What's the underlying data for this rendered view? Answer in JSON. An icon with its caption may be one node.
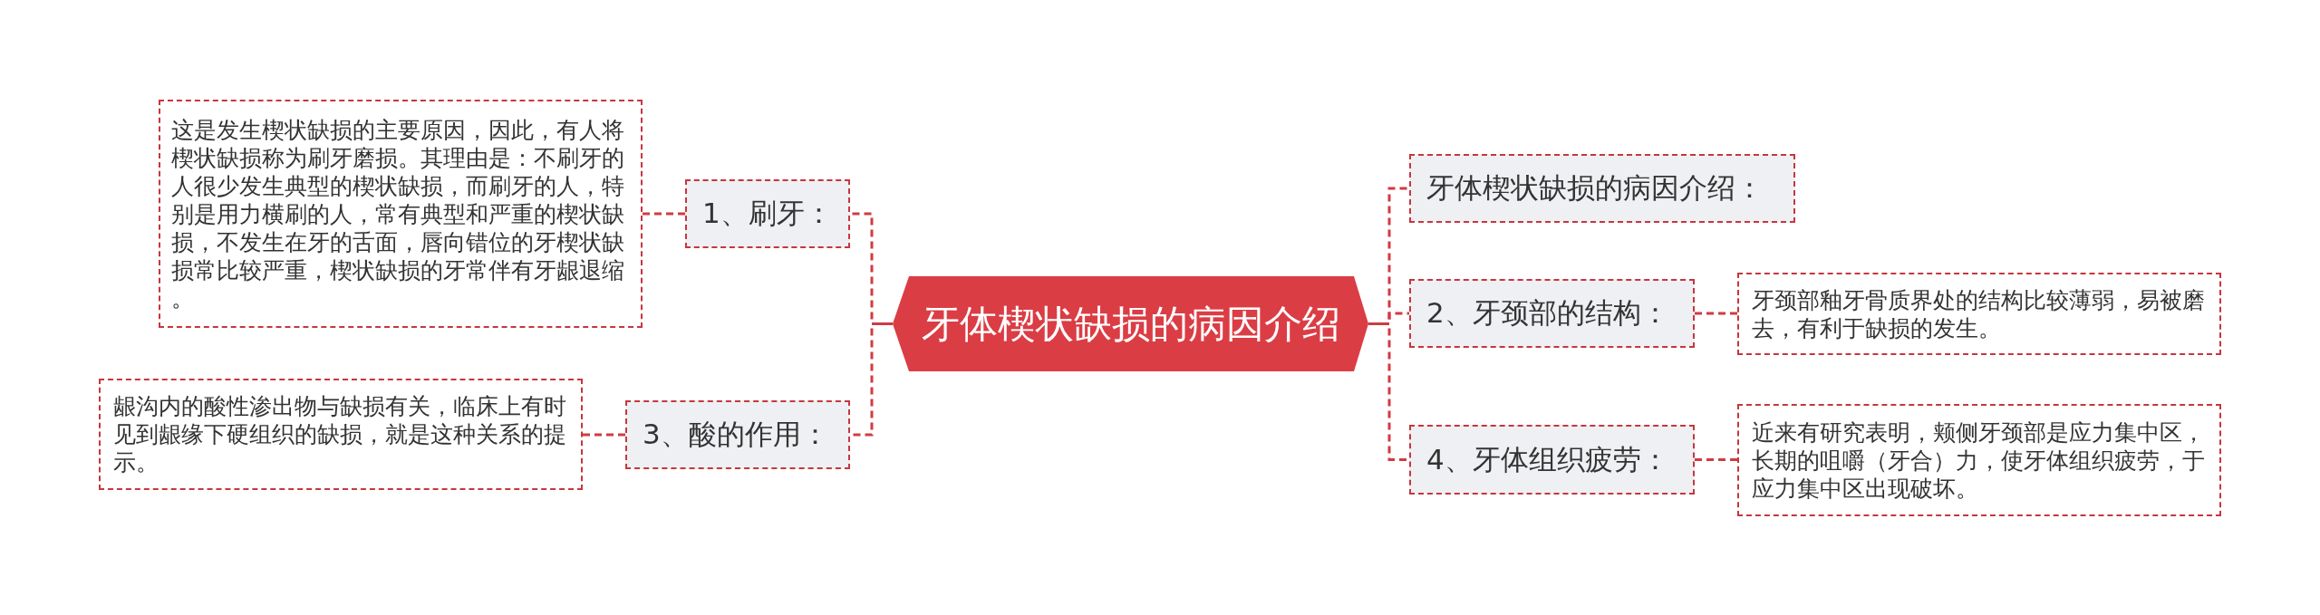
{
  "diagram": {
    "nodes": [
      {
        "text": [
          "牙体楔状缺损的病因介绍"
        ]
      },
      {
        "text": [
          "1、刷牙："
        ]
      },
      {
        "text": [
          "这是发生楔状缺损的主要原因，因此，有人将楔状缺损称为刷牙磨损。其理由是：不刷牙的人很少发生典型的楔状缺损，而刷牙的人，特别是用力横刷的人，常有典型和严重的楔状缺损，不发生在牙的舌面，唇向错位的牙楔状缺损常比较严重，楔状缺损的牙常伴有牙龈退缩。"
        ]
      },
      {
        "text": [
          "3、酸的作用："
        ]
      },
      {
        "text": [
          "龈沟内的酸性渗出物与缺损有关，临床上有时见到龈缘下硬组织的缺损，就是这种关系的提示。"
        ]
      },
      {
        "text": [
          "牙体楔状缺损的病因介绍："
        ]
      },
      {
        "text": [
          "2、牙颈部的结构："
        ]
      },
      {
        "text": [
          "牙颈部釉牙骨质界处的结构比较薄弱，易被磨去，有利于缺损的发生。"
        ]
      },
      {
        "text": [
          "4、牙体组织疲劳："
        ]
      },
      {
        "text": [
          "近来有研究表明，颊侧牙颈部是应力集中区，长期的咀嚼（牙合）力，使牙体组织疲劳，于应力集中区出现破坏。"
        ]
      }
    ],
    "edges": [
      {
        "from": 0,
        "to": 1,
        "arrow": "none"
      },
      {
        "from": 1,
        "to": 2,
        "arrow": "none"
      },
      {
        "from": 0,
        "to": 3,
        "arrow": "none"
      },
      {
        "from": 3,
        "to": 4,
        "arrow": "none"
      },
      {
        "from": 0,
        "to": 5,
        "arrow": "none"
      },
      {
        "from": 0,
        "to": 6,
        "arrow": "none"
      },
      {
        "from": 6,
        "to": 7,
        "arrow": "none"
      },
      {
        "from": 0,
        "to": 8,
        "arrow": "none"
      },
      {
        "from": 8,
        "to": 9,
        "arrow": "none"
      }
    ]
  }
}
